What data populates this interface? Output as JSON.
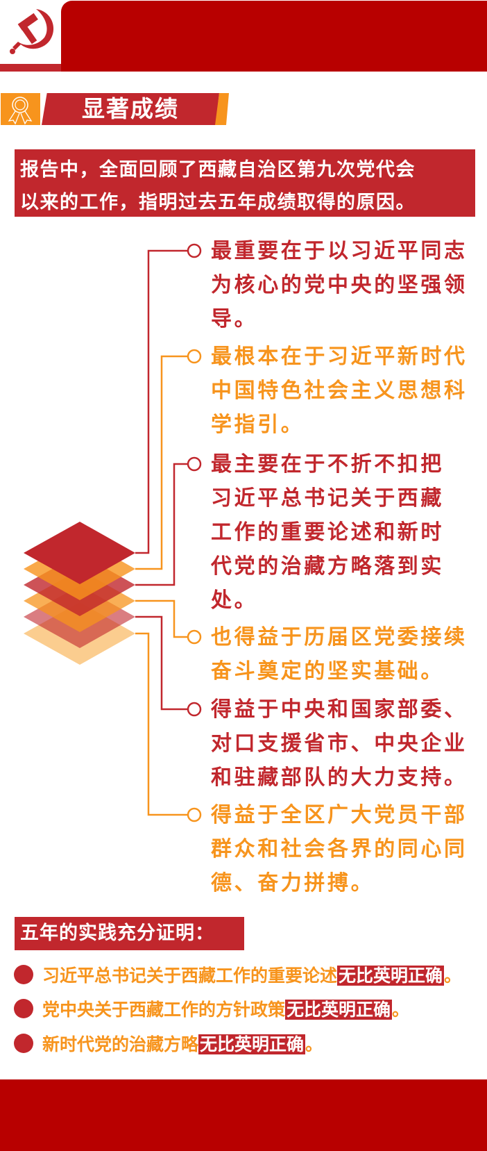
{
  "colors": {
    "dark_red": "#b80000",
    "red": "#c1272d",
    "orange": "#f7941d"
  },
  "header": {
    "emblem_icon": "hammer-sickle-icon"
  },
  "section": {
    "icon": "medal-icon",
    "title": "显著成绩"
  },
  "intro": {
    "lines": [
      "报告中，全面回顾了西藏自治区第九次党代会",
      "以来的工作，指明过去五年成绩取得的原因。"
    ]
  },
  "reasons": [
    {
      "lines": [
        "最重要在于以习近平同志",
        "为核心的党中央的坚强领",
        "导。"
      ]
    },
    {
      "lines": [
        "最根本在于习近平新时代",
        "中国特色社会主义思想科",
        "学指引。"
      ]
    },
    {
      "lines": [
        "最主要在于不折不扣把",
        "习近平总书记关于西藏",
        "工作的重要论述和新时",
        "代党的治藏方略落到实",
        "处。"
      ]
    },
    {
      "lines": [
        "也得益于历届区党委接续",
        "奋斗奠定的坚实基础。"
      ]
    },
    {
      "lines": [
        "得益于中央和国家部委、",
        "对口支援省市、中央企业",
        "和驻藏部队的大力支持。"
      ]
    },
    {
      "lines": [
        "得益于全区广大党员干部",
        "群众和社会各界的同心同",
        "德、奋力拼搏。"
      ]
    }
  ],
  "summary": {
    "title": "五年的实践充分证明：",
    "items": [
      {
        "text": "习近平总书记关于西藏工作的重要论述",
        "highlight": "无比英明正确",
        "end": "。"
      },
      {
        "text": "党中央关于西藏工作的方针政策",
        "highlight": "无比英明正确",
        "end": "。"
      },
      {
        "text": "新时代党的治藏方略",
        "highlight": "无比英明正确",
        "end": "。"
      }
    ]
  }
}
